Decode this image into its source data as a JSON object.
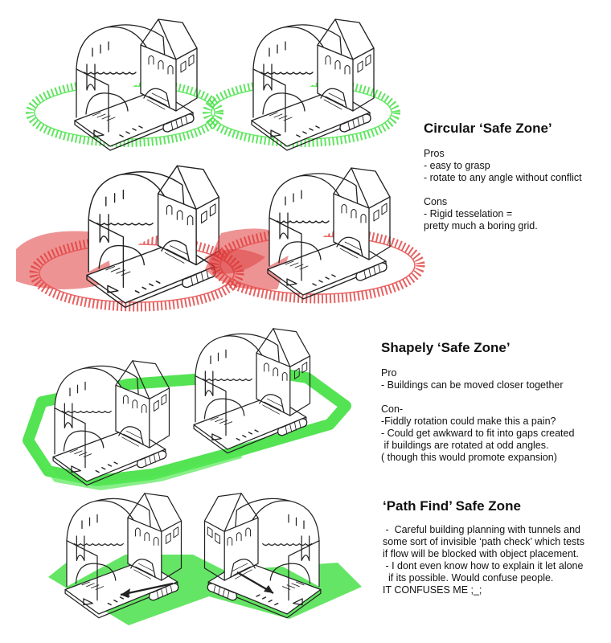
{
  "colors": {
    "safe_green": "#33dd33",
    "conflict_red": "#e23a3a",
    "sketch_line": "#222222",
    "background": "#ffffff"
  },
  "sections": [
    {
      "id": "circular",
      "heading": "Circular ‘Safe Zone’",
      "lines": [
        "Pros",
        "- easy to grasp",
        "- rotate to any angle without conflict",
        "",
        "Cons",
        "- Rigid tesselation =",
        "pretty much a boring grid."
      ]
    },
    {
      "id": "shapely",
      "heading": "Shapely ‘Safe Zone’",
      "lines": [
        "Pro",
        "- Buildings can be moved closer together",
        "",
        "Con-",
        "-Fiddly rotation could make this a pain?",
        "- Could get awkward to fit into gaps created",
        " if buildings are rotated at odd angles.",
        "( though this would promote expansion)"
      ]
    },
    {
      "id": "pathfind",
      "heading": "‘Path Find’ Safe Zone",
      "lines": [
        " -  Careful building planning with tunnels and",
        "some sort of invisible ‘path check’ which tests",
        "if flow will be blocked with object placement.",
        " - I dont even know how to explain it let alone",
        "  if its possible. Would confuse people.",
        "IT CONFUSES ME ;_;"
      ]
    }
  ]
}
